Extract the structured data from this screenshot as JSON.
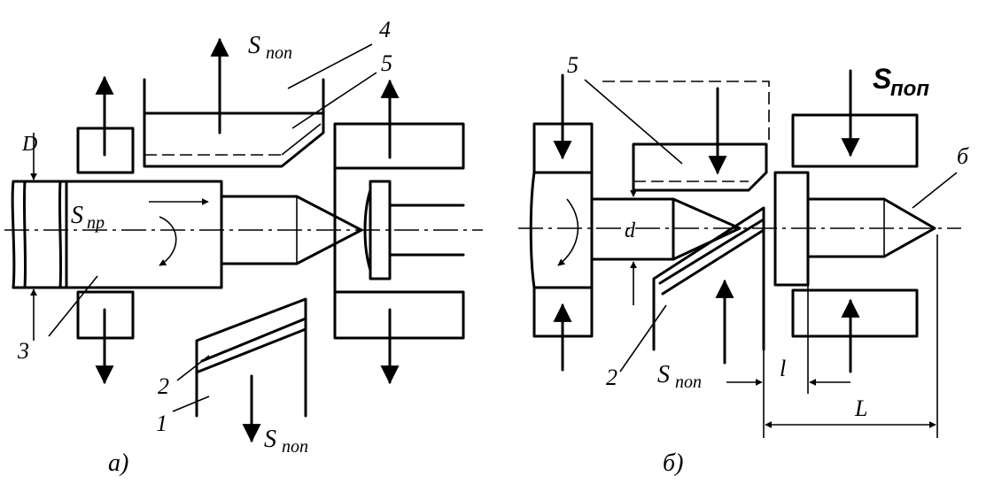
{
  "figure_a": {
    "caption": "а)",
    "labels": {
      "s_pop_top": "S",
      "s_pop_top_sub": "поп",
      "s_pr": "S",
      "s_pr_sub": "пр",
      "s_pop_bottom": "S",
      "s_pop_bottom_sub": "поп",
      "dim_D": "D",
      "n1": "1",
      "n2": "2",
      "n3": "3",
      "n4": "4",
      "n5": "5"
    }
  },
  "figure_b": {
    "caption": "б)",
    "labels": {
      "s_pop_top": "S",
      "s_pop_top_sub": "поп",
      "s_pop_bottom": "S",
      "s_pop_bottom_sub": "поп",
      "dim_d": "d",
      "dim_l": "l",
      "dim_L": "L",
      "n2": "2",
      "n5": "5",
      "n6": "б"
    }
  }
}
